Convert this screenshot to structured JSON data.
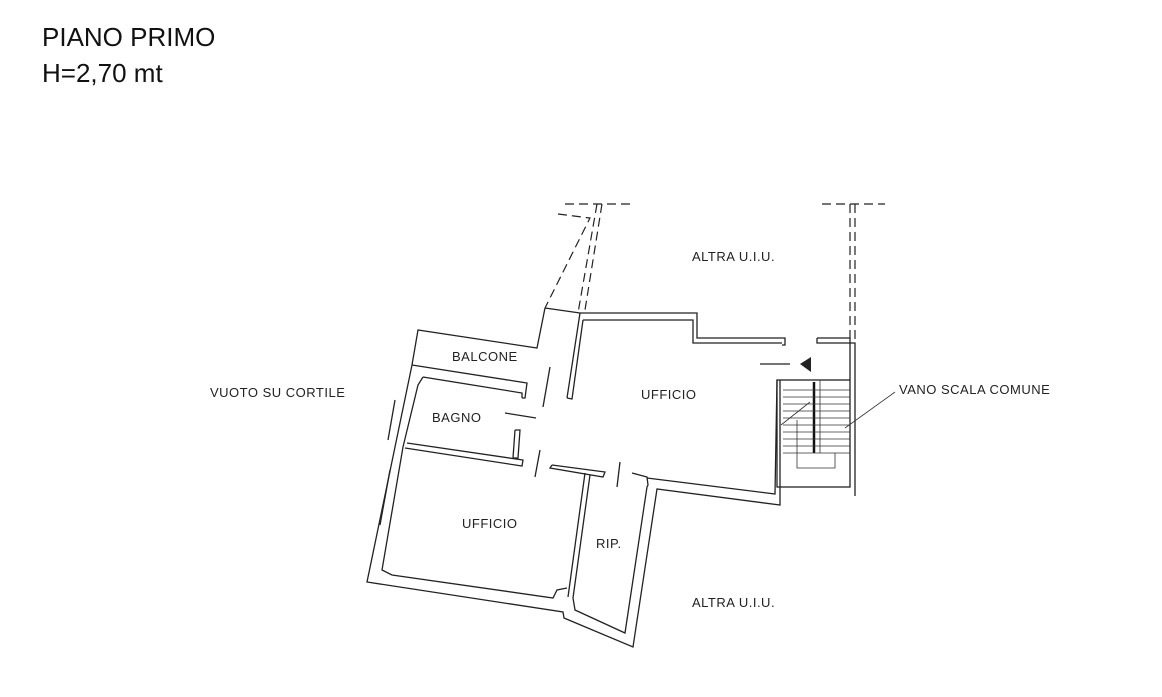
{
  "header": {
    "title": "PIANO PRIMO",
    "height": "H=2,70 mt"
  },
  "labels": {
    "altra_top": "ALTRA U.I.U.",
    "altra_bottom": "ALTRA U.I.U.",
    "balcone": "BALCONE",
    "bagno": "BAGNO",
    "ufficio_main": "UFFICIO",
    "ufficio_left": "UFFICIO",
    "rip": "RIP.",
    "vuoto": "VUOTO SU CORTILE",
    "vano_scala": "VANO SCALA COMUNE"
  }
}
